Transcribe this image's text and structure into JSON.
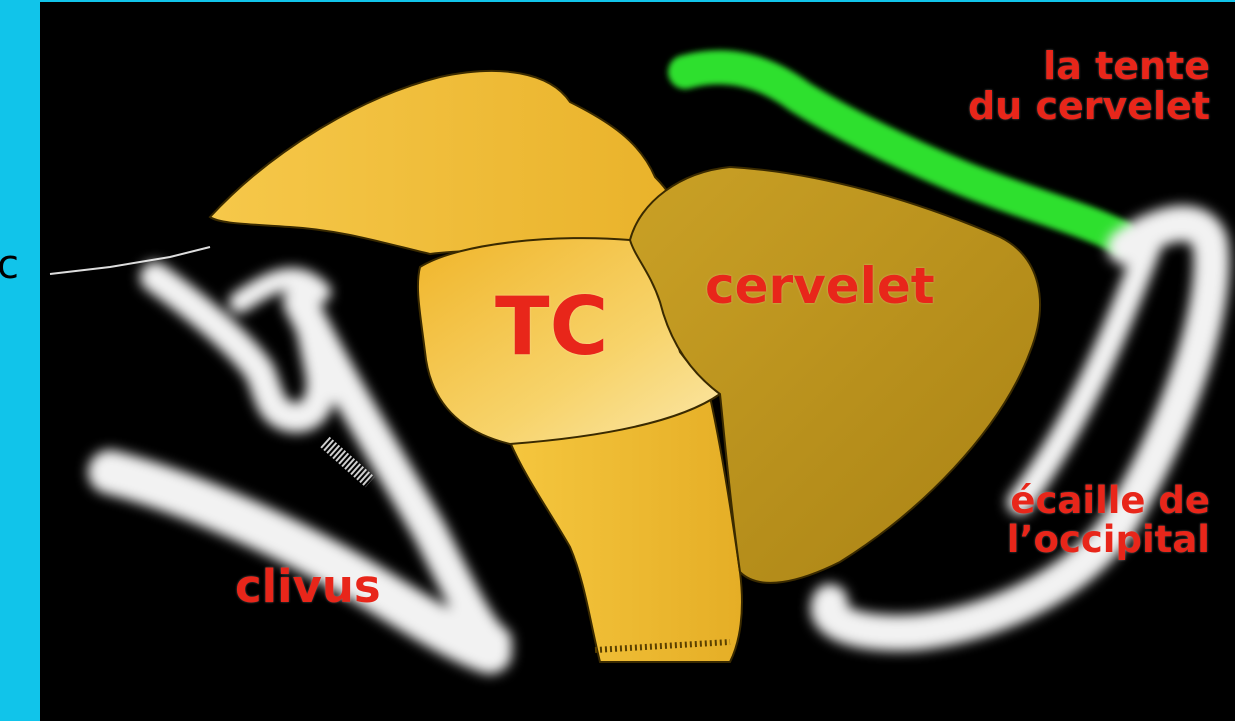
{
  "labels": {
    "tc": "TC",
    "cervelet": "cervelet",
    "clivus": "clivus",
    "tente_line1": "la tente",
    "tente_line2": "du cervelet",
    "ecaille_line1": "écaille de",
    "ecaille_line2": "l’occipital",
    "side_char": "c"
  },
  "colors": {
    "frame": "#11c4ea",
    "background": "#000000",
    "label_red": "#e8261a",
    "tentorium_green": "#2ee02e",
    "bone_white": "#f2f2f2",
    "brainstem_yellow": "#f3c43a",
    "cerebellum_gold": "#c9a023"
  }
}
